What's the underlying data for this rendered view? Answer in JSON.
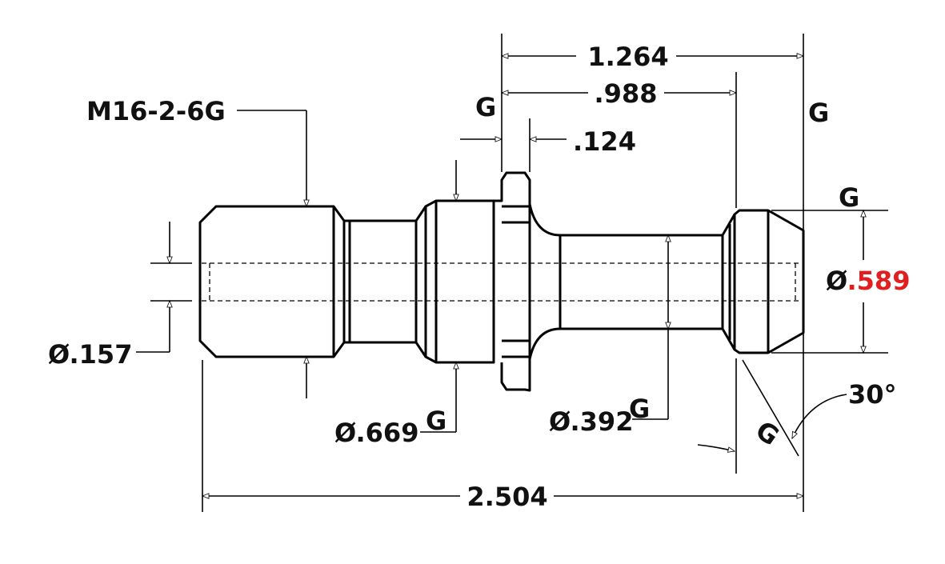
{
  "labels": {
    "overall_length": "2.504",
    "length_a": "1.264",
    "length_b": ".988",
    "flange_width": ".124",
    "thread": "M16-2-6G",
    "dia_bore": "Ø.157",
    "dia_669": "Ø.669",
    "dia_392": "Ø.392",
    "dia_prefix": "Ø",
    "dia_589_value": ".589",
    "angle": "30°",
    "g": "G"
  },
  "colors": {
    "default_text": "#111111",
    "blue_value": "#1a33cc",
    "red_value": "#e02020",
    "green_value": "#1e9e1e"
  }
}
